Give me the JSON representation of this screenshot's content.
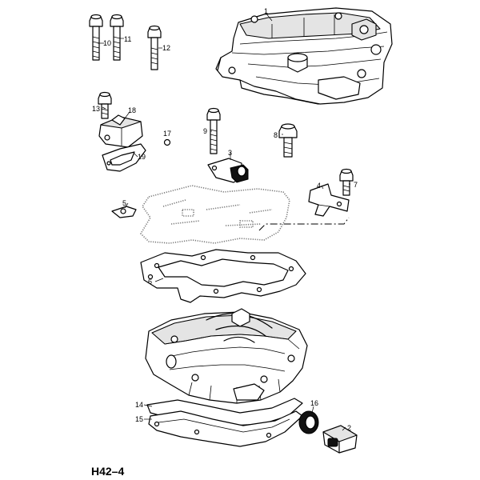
{
  "diagram": {
    "code": "H42–4",
    "callouts": {
      "p1": "1",
      "p2": "2",
      "p3": "3",
      "p4": "4",
      "p5": "5",
      "p6": "6",
      "p7": "7",
      "p8": "8",
      "p9": "9",
      "p10": "10",
      "p11": "11",
      "p12": "12",
      "p13": "13",
      "p14": "14",
      "p15": "15",
      "p16": "16",
      "p17": "17",
      "p18": "18",
      "p19": "19"
    }
  }
}
